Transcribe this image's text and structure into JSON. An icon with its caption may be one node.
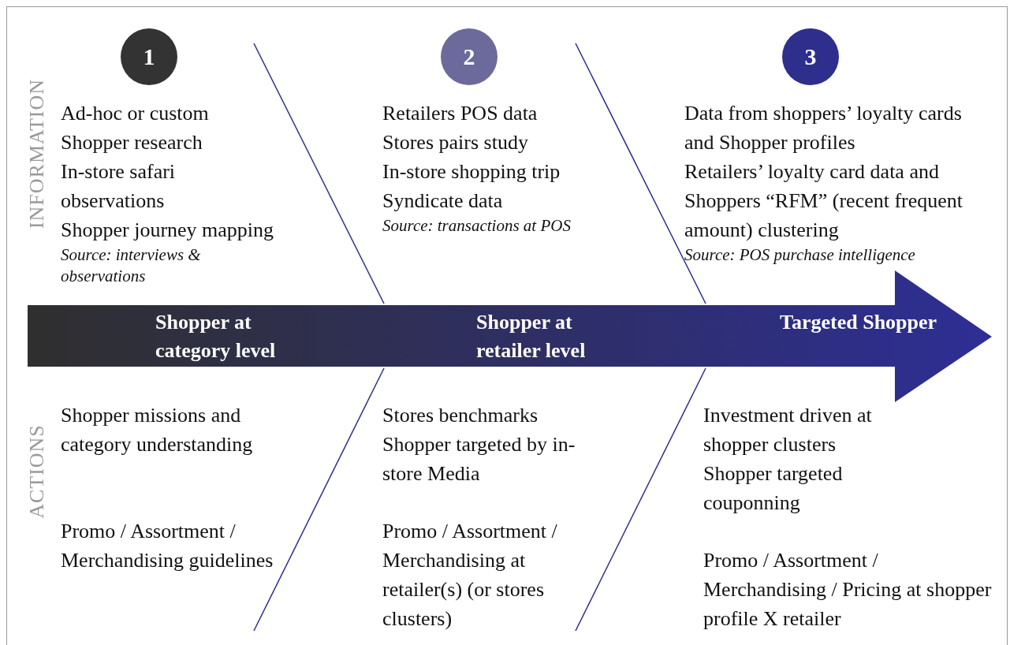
{
  "diagram": {
    "nodes": [
      {
        "text": [
          "1"
        ]
      },
      {
        "text": [
          "2"
        ]
      },
      {
        "text": [
          "3"
        ]
      },
      {
        "text": [
          "Shopper at category level",
          "Shopper at retailer level",
          "Targeted Shopper"
        ]
      }
    ],
    "edges": [],
    "labels": [
      "INFORMATION",
      "Ad-hoc or custom Shopper research",
      "In-store safari observations",
      "Shopper journey mapping",
      "Source: interviews & observations",
      "Retailers POS data",
      "Stores pairs study",
      "In-store shopping trip",
      "Syndicate data",
      "Source: transactions at POS",
      "Data from shoppers’ loyalty cards and Shopper profiles",
      "Retailers’ loyalty card data and Shoppers “RFM” (recent frequent amount) clustering",
      "Source: POS purchase intelligence",
      "ACTIONS",
      "Shopper missions and category understanding",
      "Promo / Assortment / Merchandising guidelines",
      "Stores benchmarks",
      "Shopper targeted by in-store Media",
      "Promo / Assortment / Merchandising at retailer(s) (or stores clusters)",
      "Investment driven at shopper clusters",
      "Shopper targeted couponning",
      "Promo / Assortment / Merchandising / Pricing at shopper profile X retailer"
    ]
  }
}
